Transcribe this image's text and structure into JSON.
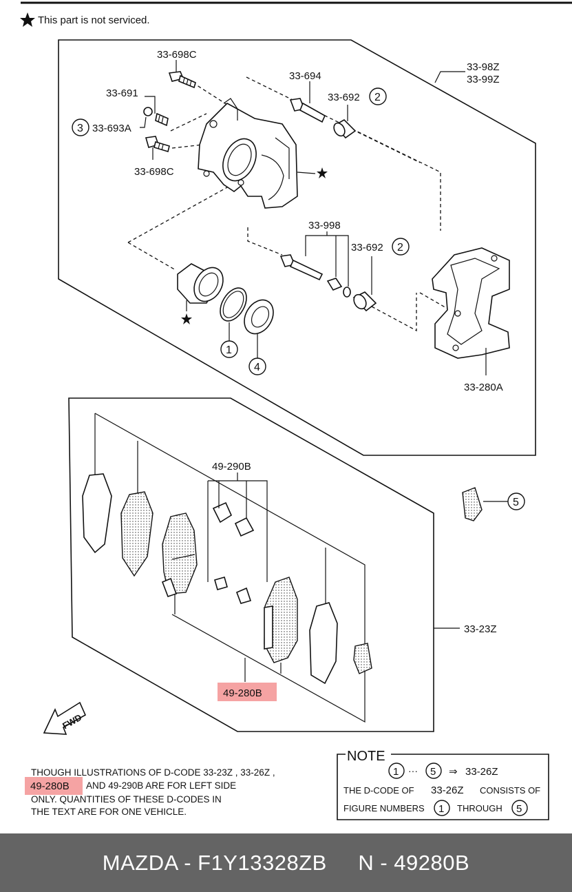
{
  "header_note": "This part is not serviced.",
  "labels": {
    "p33_698C_top": "33-698C",
    "p33_691": "33-691",
    "p33_693A": "33-693A",
    "p33_698C_bottom": "33-698C",
    "p33_694": "33-694",
    "p33_692_top": "33-692",
    "p33_98Z": "33-98Z",
    "p33_99Z": "33-99Z",
    "p33_998": "33-998",
    "p33_692_mid": "33-692",
    "p33_280A": "33-280A",
    "p49_290B": "49-290B",
    "p33_23Z": "33-23Z",
    "p49_280B": "49-280B",
    "fwd": "FWD"
  },
  "circled": {
    "one": "1",
    "two_top": "2",
    "two_mid": "2",
    "three": "3",
    "four": "4",
    "five": "5"
  },
  "remark": {
    "line1": "THOUGH  ILLUSTRATIONS  OF  D-CODE  33-23Z  , 33-26Z  ,",
    "line2_code": "49-280B",
    "line2_rest": "AND   49-290B   ARE FOR LEFT SIDE",
    "line3": "ONLY. QUANTITIES  OF  THESE  D-CODES  IN",
    "line4": "THE  TEXT  ARE  FOR  ONE  VEHICLE."
  },
  "note": {
    "title": "NOTE",
    "range_from": "1",
    "range_sep": "···",
    "range_to": "5",
    "arrow": "⇒",
    "target": "33-26Z",
    "line2_a": "THE D-CODE OF",
    "line2_code": "33-26Z",
    "line2_b": "CONSISTS OF",
    "line3_a": "FIGURE NUMBERS",
    "line3_from": "1",
    "line3_mid": "THROUGH",
    "line3_to": "5"
  },
  "footer": {
    "text": "MAZDA - F1Y13328ZB     N - 49280B"
  },
  "colors": {
    "highlight": "#f5a3a3",
    "footer_bg": "#646464",
    "footer_text": "#ffffff"
  }
}
